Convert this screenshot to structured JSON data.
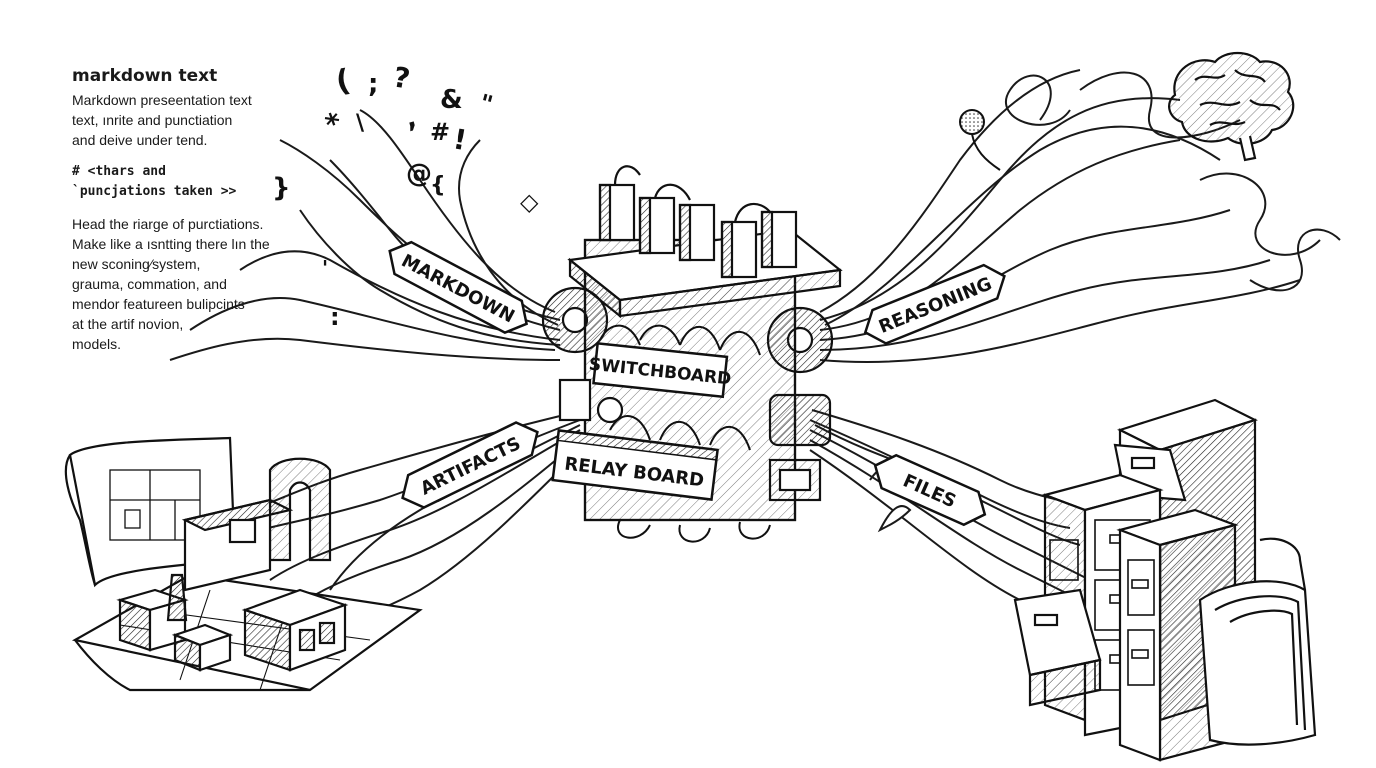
{
  "text_panel": {
    "title": "markdown text",
    "para1": [
      "Markdown preseentation text",
      "text, ınrite and punctiation",
      "and deive under tend."
    ],
    "code": [
      "# <thars and",
      "`puncjations taken >>"
    ],
    "para2": [
      "Head the riarge of purctiations.",
      "Make like a ısntting there lın the",
      "new sconing⁄system,",
      "grauma, commation, and",
      "mendor featureen bulipcints",
      "at the artif novion,",
      "models."
    ]
  },
  "center": {
    "switchboard_label": "SWITCHBOARD",
    "relay_label": "RELAY BOARD"
  },
  "branches": {
    "markdown": "MARKDOWN",
    "reasoning": "REASONING",
    "artifacts": "ARTIFACTS",
    "files": "FILES"
  },
  "punctuation_glyphs": [
    "(",
    ";",
    "?",
    "&",
    "\"",
    "*",
    "\\",
    ",",
    "!",
    "#",
    "@",
    "}",
    "{",
    "◇",
    ":",
    "'"
  ],
  "icons": {
    "brain": "brain-icon",
    "lightbulb": "lightbulb-icon",
    "blueprint": "blueprint-icon",
    "cabinet": "filing-cabinet-icon"
  }
}
